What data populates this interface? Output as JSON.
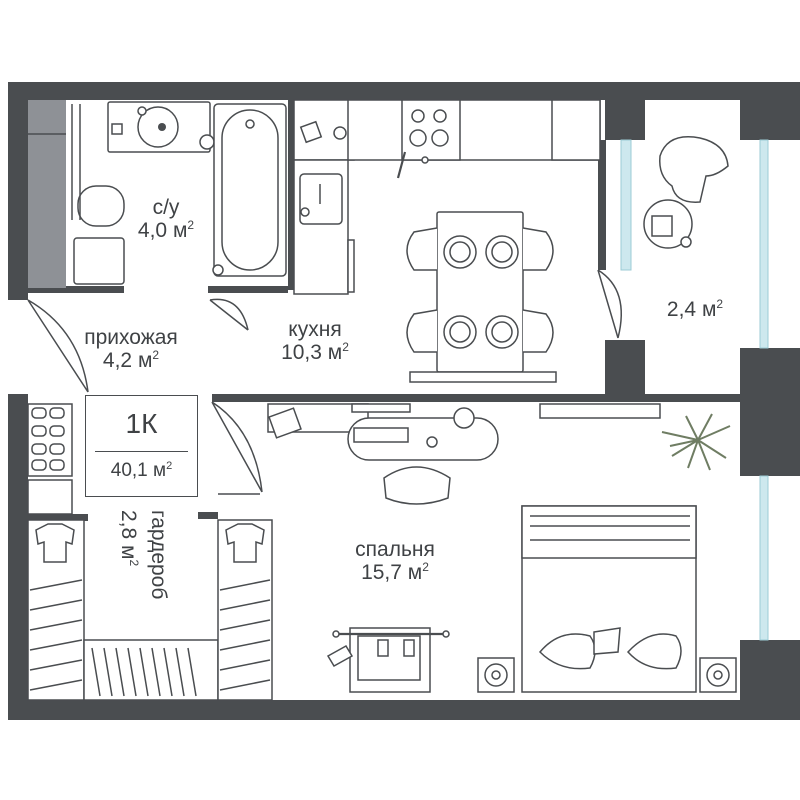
{
  "rooms": {
    "bathroom": {
      "name": "с/у",
      "area": "4,0 м",
      "unit_exp": "2"
    },
    "hallway": {
      "name": "прихожая",
      "area": "4,2 м",
      "unit_exp": "2"
    },
    "kitchen": {
      "name": "кухня",
      "area": "10,3 м",
      "unit_exp": "2"
    },
    "balcony": {
      "area": "2,4 м",
      "unit_exp": "2"
    },
    "wardrobe": {
      "name": "гардероб",
      "area": "2,8 м",
      "unit_exp": "2"
    },
    "bedroom": {
      "name": "спальня",
      "area": "15,7 м",
      "unit_exp": "2"
    }
  },
  "unit": {
    "code": "1К",
    "total_area": "40,1 м",
    "unit_exp": "2"
  },
  "colors": {
    "wall": "#4a4d50",
    "glass": "#cde8ee",
    "plant": "#6f7d63"
  }
}
